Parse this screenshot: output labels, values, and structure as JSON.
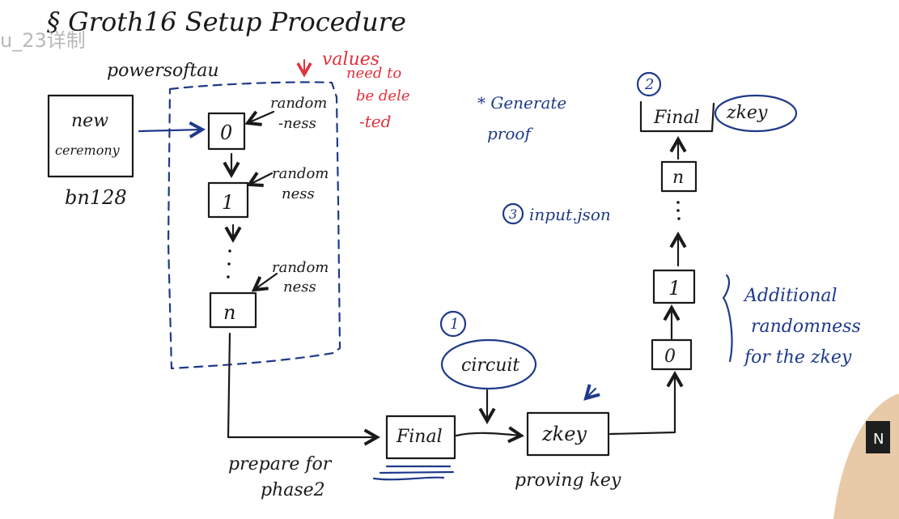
{
  "title": "§ Groth16 Setup Procedure",
  "watermark": "u_23详制",
  "powersoftau_label": "powersoftau",
  "new_ceremony": {
    "line1": "new",
    "line2": "ceremony"
  },
  "curve": "bn128",
  "red_note": {
    "line1": "values",
    "line2": "need to",
    "line3": "be dele",
    "line4": "-ted"
  },
  "randomness": {
    "line1": "random",
    "line2": "-ness",
    "line2b": "ness"
  },
  "phase1_boxes": [
    "0",
    "1",
    "n"
  ],
  "prepare": {
    "line1": "prepare for",
    "line2": "phase2"
  },
  "final_label": "Final",
  "circuit_num": "1",
  "circuit_label": "circuit",
  "zkey_label": "zkey",
  "proving_key_label": "proving key",
  "phase2_boxes": [
    "0",
    "1",
    "n"
  ],
  "additional": {
    "line1": "Additional",
    "line2": "randomness",
    "line3": "for the zkey"
  },
  "final_zkey_num": "2",
  "input_num": "3",
  "input_label": "input.json",
  "generate": {
    "line1": "* Generate",
    "line2": "proof"
  },
  "corner_logo": "N",
  "colors": {
    "ink": "#1a1a1a",
    "blue": "#1f3a8a",
    "red": "#e0323c"
  }
}
